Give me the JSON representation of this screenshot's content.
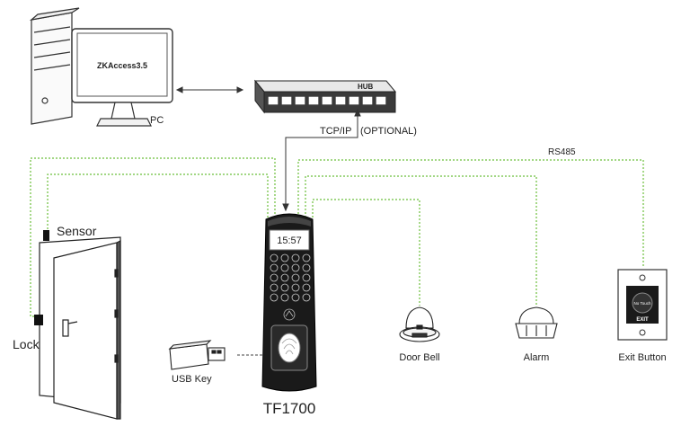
{
  "software": {
    "name": "ZKAccess3.5"
  },
  "labels": {
    "pc": "PC",
    "hub": "HUB",
    "tcpip": "TCP/IP",
    "optional": "(OPTIONAL)",
    "rs485": "RS485",
    "sensor": "Sensor",
    "lock": "Lock",
    "usb_key": "USB Key",
    "device": "TF1700",
    "door_bell": "Door Bell",
    "alarm": "Alarm",
    "exit_button": "Exit Button"
  },
  "device_screen": {
    "time": "15:57"
  },
  "exit_plate": {
    "center_text": "No Touch",
    "caption": "EXIT"
  },
  "colors": {
    "wire_green": "#6bbf3a",
    "line_dark": "#333333",
    "text": "#222222"
  }
}
